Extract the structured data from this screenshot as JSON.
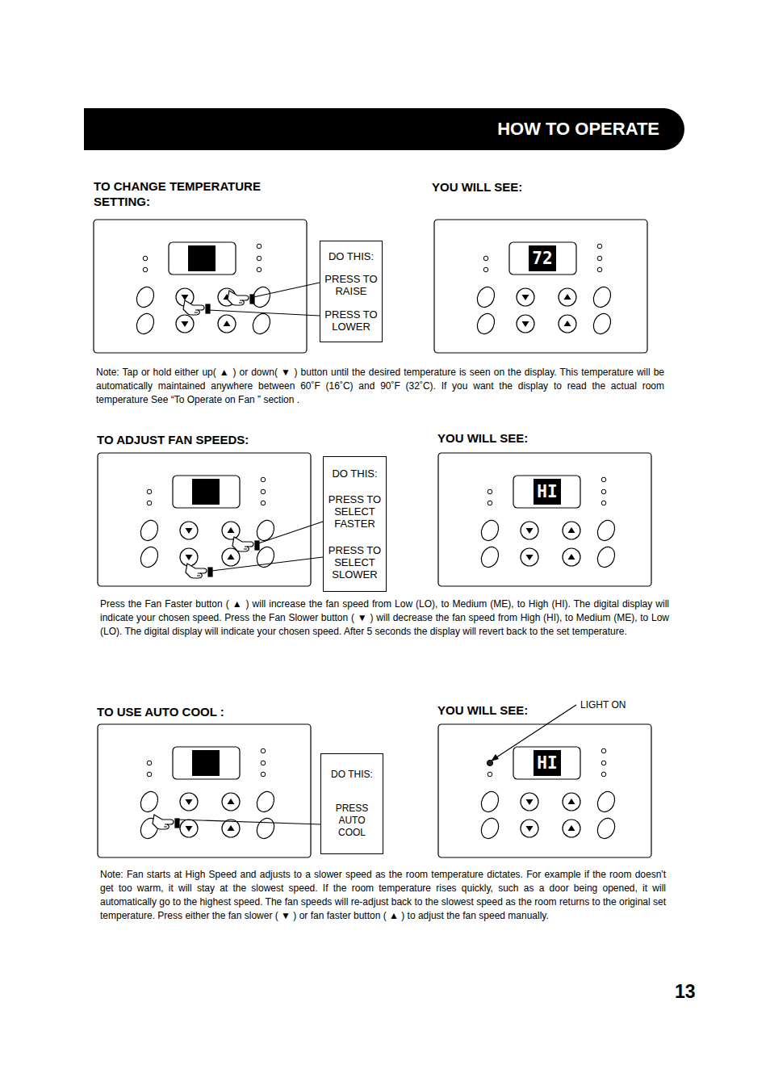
{
  "diagram": {
    "title": "HOW TO OPERATE",
    "nodes": [
      {
        "text": [
          "DO THIS:",
          "PRESS TO RAISE",
          "PRESS TO LOWER"
        ]
      },
      {
        "text": [
          "72"
        ]
      },
      {
        "text": [
          "DO THIS:",
          "PRESS TO SELECT FASTER",
          "PRESS TO SELECT SLOWER"
        ]
      },
      {
        "text": [
          "HI"
        ]
      },
      {
        "text": [
          "DO THIS:",
          "PRESS AUTO COOL"
        ]
      },
      {
        "text": [
          "HI"
        ]
      }
    ],
    "labels": [
      "TO CHANGE TEMPERATURE SETTING:",
      "YOU WILL SEE:",
      "Note: Tap or hold either up( ▲ ) or down( ▼ ) button until the desired temperature is seen on the display. This temperature will be automatically maintained anywhere between 60˚F (16˚C) and 90˚F (32˚C). If you want the display to read the actual room temperature See “To Operate on Fan ” section .",
      "TO ADJUST FAN SPEEDS:",
      "YOU WILL SEE:",
      "Press the Fan Faster button ( ▲ ) will increase the fan speed from Low (LO), to Medium (ME), to High (HI). The digital display will indicate your chosen speed. Press the Fan Slower button ( ▼ ) will decrease the fan speed from High (HI), to Medium (ME), to Low (LO). The digital display will indicate your chosen speed. After 5 seconds the display will revert back to the set temperature.",
      "TO USE AUTO COOL :",
      "YOU WILL SEE:",
      "LIGHT ON",
      "Note: Fan starts at High Speed and adjusts to a slower speed as the room temperature dictates. For example if the room doesn't get too warm, it will stay at the slowest speed. If the room temperature rises quickly, such as a door being opened, it will automatically go to the highest speed. The fan speeds will re-adjust back to the slowest speed as the room returns to the original set temperature. Press either the fan slower ( ▼ ) or fan faster button ( ▲ ) to adjust the fan speed manually.",
      "13"
    ]
  }
}
